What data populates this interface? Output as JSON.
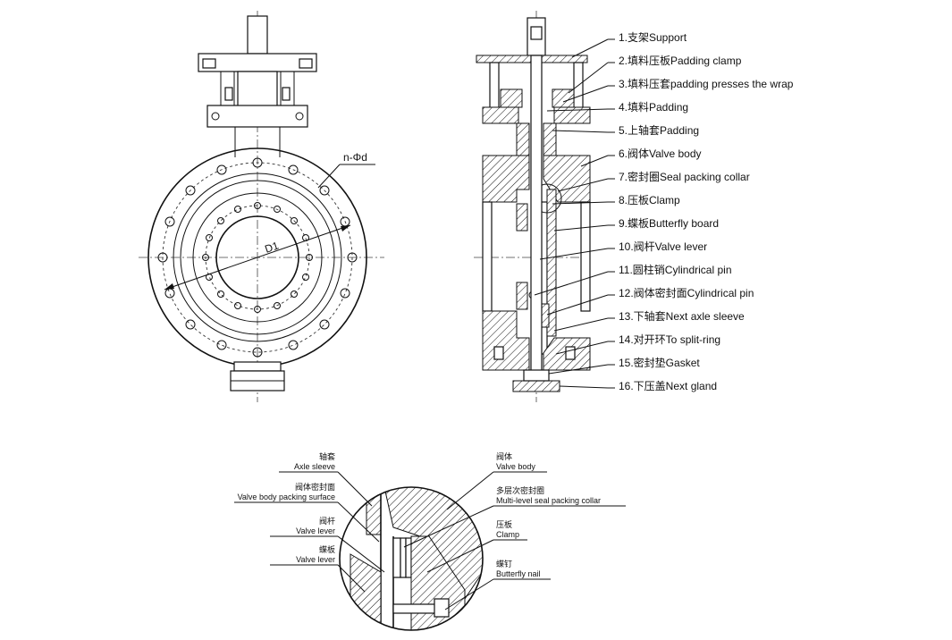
{
  "front_view": {
    "dim_holes": "n-Φd",
    "dim_diameter": "D1"
  },
  "parts": [
    {
      "label": "1.支架Support"
    },
    {
      "label": "2.填料压板Padding clamp"
    },
    {
      "label": "3.填料压套padding presses the wrap"
    },
    {
      "label": "4.填料Padding"
    },
    {
      "label": "5.上轴套Padding"
    },
    {
      "label": "6.阀体Valve body"
    },
    {
      "label": "7.密封圈Seal packing collar"
    },
    {
      "label": "8.压板Clamp"
    },
    {
      "label": "9.蝶板Butterfly board"
    },
    {
      "label": "10.阀杆Valve lever"
    },
    {
      "label": "11.圆柱销Cylindrical pin"
    },
    {
      "label": "12.阀体密封面Cylindrical pin"
    },
    {
      "label": "13.下轴套Next axle sleeve"
    },
    {
      "label": "14.对开环To split-ring"
    },
    {
      "label": "15.密封垫Gasket"
    },
    {
      "label": "16.下压盖Next gland"
    }
  ],
  "detail_left": [
    {
      "cn": "轴套",
      "en": "Axle sleeve"
    },
    {
      "cn": "阀体密封面",
      "en": "Valve body packing surface"
    },
    {
      "cn": "阀杆",
      "en": "Valve lever"
    },
    {
      "cn": "蝶板",
      "en": "Valve lever"
    }
  ],
  "detail_right": [
    {
      "cn": "阀体",
      "en": "Valve body"
    },
    {
      "cn": "多层次密封圈",
      "en": "Multi-level seal packing collar"
    },
    {
      "cn": "压板",
      "en": "Clamp"
    },
    {
      "cn": "蝶钉",
      "en": "Butterfly nail"
    }
  ]
}
